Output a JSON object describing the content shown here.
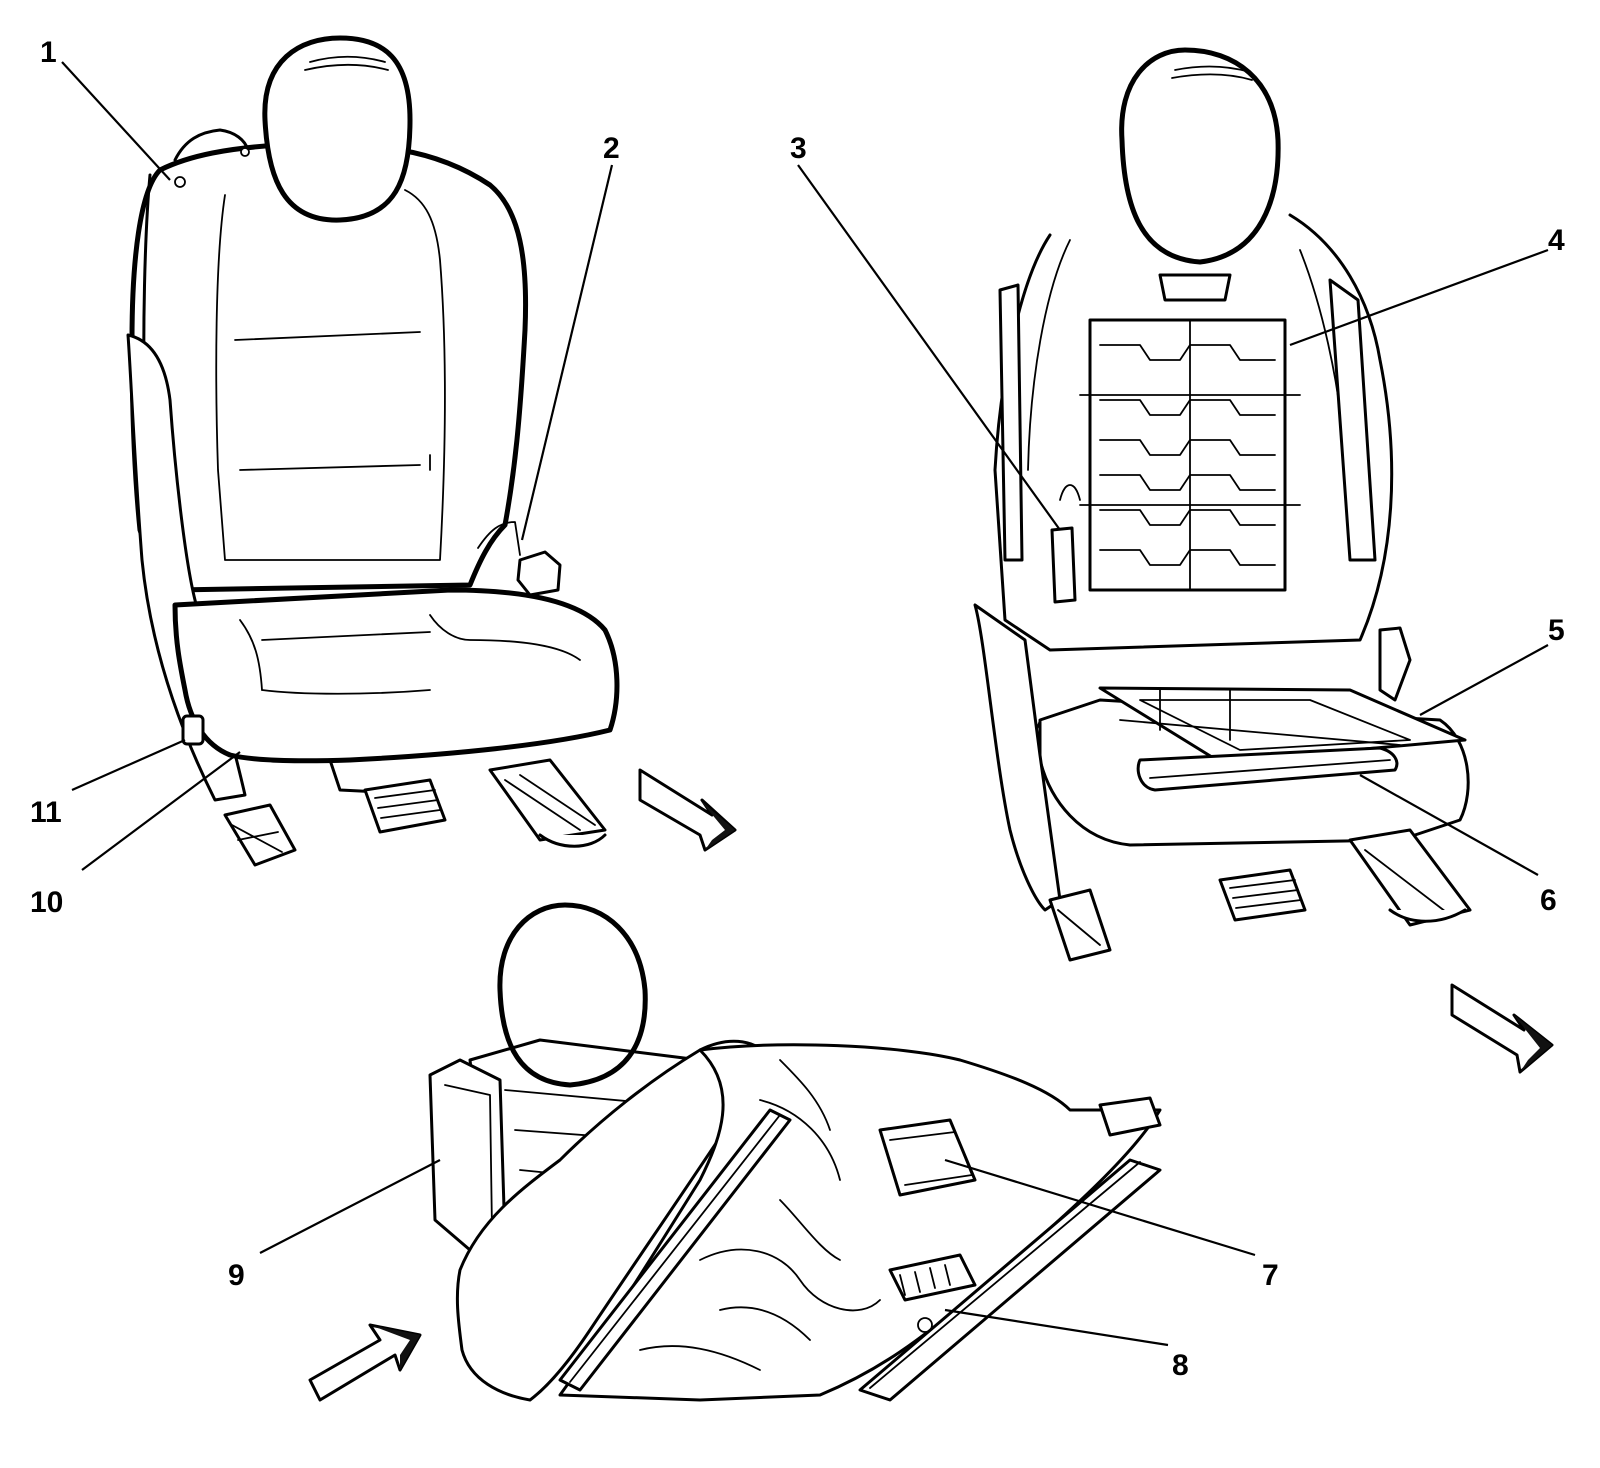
{
  "diagram": {
    "type": "exploded-view",
    "callouts": [
      {
        "id": "callout-1",
        "label": "1"
      },
      {
        "id": "callout-2",
        "label": "2"
      },
      {
        "id": "callout-3",
        "label": "3"
      },
      {
        "id": "callout-4",
        "label": "4"
      },
      {
        "id": "callout-5",
        "label": "5"
      },
      {
        "id": "callout-6",
        "label": "6"
      },
      {
        "id": "callout-7",
        "label": "7"
      },
      {
        "id": "callout-8",
        "label": "8"
      },
      {
        "id": "callout-9",
        "label": "9"
      },
      {
        "id": "callout-10",
        "label": "10"
      },
      {
        "id": "callout-11",
        "label": "11"
      }
    ],
    "views": [
      {
        "name": "seat-assembled-view",
        "direction_arrow": "front-arrow"
      },
      {
        "name": "seat-frame-view",
        "direction_arrow": "front-arrow"
      },
      {
        "name": "seat-underside-view",
        "direction_arrow": "front-arrow"
      }
    ]
  }
}
